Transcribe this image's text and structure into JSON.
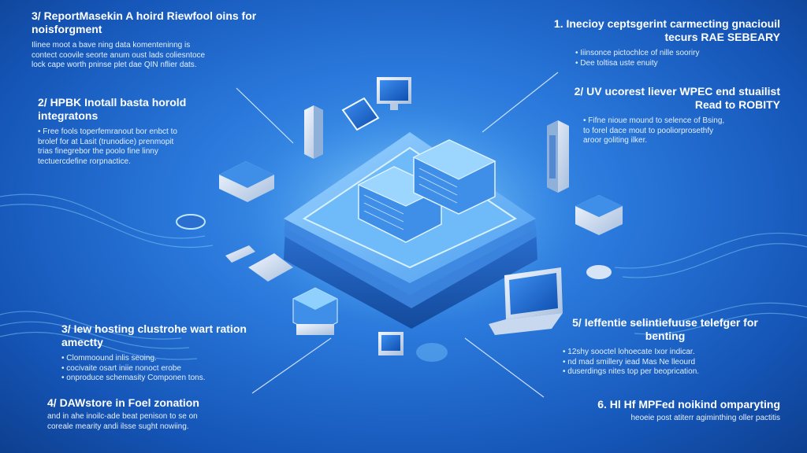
{
  "colors": {
    "bg_dark": "#0e3f8f",
    "bg_mid": "#2a78db",
    "bg_light": "#4aa0f0",
    "glow": "#7fd0ff",
    "device": "#dfe9f7"
  },
  "sections": {
    "s1": {
      "title": "3/ ReportMasekin A hoird Riewfool oins for noisforgment",
      "lines": [
        "Ilinee moot a bave ning data komenteninng is",
        "contect coovile seorte anum oust lads coliesntoce",
        "lock cape worth pninse plet dae QIN nflier dats."
      ]
    },
    "s2": {
      "title": "2/ HPBK Inotall basta horold integratons",
      "lines": [
        "• Free fools toperfemranout bor enbct to",
        "brolef for at Lasit (trunodice) prenmopit",
        "trias finegrebor the poolo fine linny",
        "tectuercdefine rorpnactice."
      ]
    },
    "s3": {
      "title": "3/ Iew hosting clustrohe wart ration amectty",
      "lines": [
        "• Clommoound inlis seoing.",
        "• cocivaite osart iniie nonoct erobe",
        "• onproduce schemasity Componen tons."
      ]
    },
    "s4": {
      "title": "4/ DAWstore in Foel zonation",
      "lines": [
        "and in ahe inoilc-ade beat penison to se on",
        "coreale mearity andi ilsse sught nowiing."
      ]
    },
    "s5": {
      "title": "1. Inecioy ceptsgerint carmecting gnaciouil tecurs RAE SEBEARY",
      "lines": [
        "• Iiinsonce pictochlce of nille sooriry",
        "• Dee toltisa uste enuity"
      ]
    },
    "s6": {
      "title": "2/ UV ucorest liever WPEC end stuailist Read to ROBITY",
      "lines": [
        "• Fifne nioue mound to selence of Bsing,",
        "to forel dace mout to pooliorprosethfy",
        "aroor goliting ilker."
      ]
    },
    "s7": {
      "title": "5/ Ieffentie selintiefuuse telefger for benting",
      "lines": [
        "• 12shy sooctel lohoecate Ixor indicar.",
        "• nd mad smillery iead Mas Ne lleourd",
        "• duserdings nites top per beoprication."
      ]
    },
    "s8": {
      "title": "6. Hl Hf MPFed noikind omparyting",
      "lines": [
        "heoeie post atiterr agiminthing oller pactitis"
      ]
    }
  }
}
